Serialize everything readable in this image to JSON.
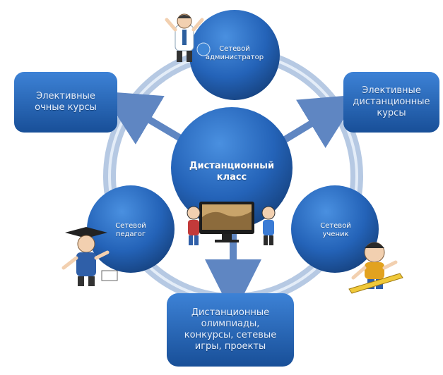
{
  "diagram": {
    "center": {
      "label": "Дистанционный\nкласс"
    },
    "nodes": {
      "admin": {
        "label": "Сетевой\nадминистратор"
      },
      "teacher": {
        "label": "Сетевой\nпедагог"
      },
      "student": {
        "label": "Сетевой\nученик"
      }
    },
    "boxes": {
      "left": {
        "label": "Элективные\nочные курсы"
      },
      "right": {
        "label": "Элективные\nдистанционные\nкурсы"
      },
      "bottom": {
        "label": "Дистанционные\nолимпиады,\nконкурсы, сетевые\nигры, проекты"
      }
    },
    "icons": {
      "admin": "administrator-figure-icon",
      "teacher": "teacher-figure-icon",
      "student": "student-figure-icon",
      "monitor": "computer-monitor-icon"
    },
    "colors": {
      "node_dark": "#1a4f99",
      "node_light": "#3f86d6",
      "ring": "#b6c9e3",
      "arrow": "#5f86c2"
    }
  }
}
